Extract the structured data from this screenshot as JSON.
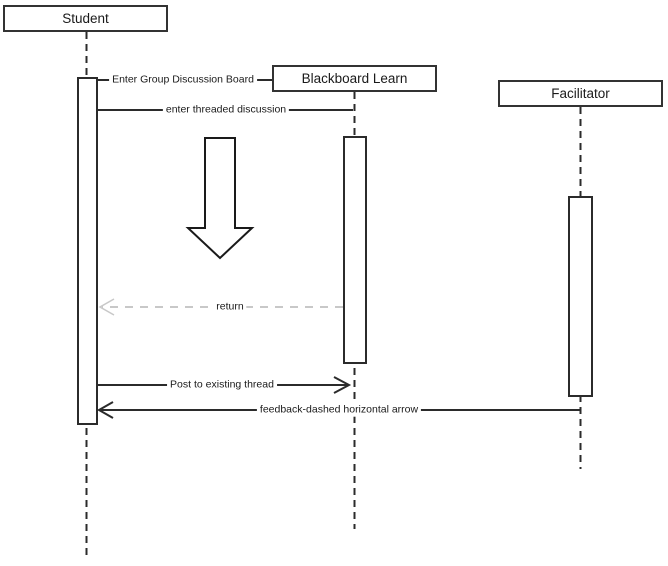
{
  "diagram": {
    "type": "uml-sequence-diagram",
    "actors": [
      {
        "name": "Student"
      },
      {
        "name": "Blackboard Learn"
      },
      {
        "name": "Facilitator"
      }
    ],
    "messages": [
      {
        "label": "Enter Group Discussion Board",
        "from": "Student",
        "to": "Blackboard Learn",
        "line_style": "solid",
        "arrowhead": "none"
      },
      {
        "label": "enter threaded discussion",
        "from": "Student",
        "to": "Blackboard Learn",
        "line_style": "solid",
        "arrowhead": "none"
      },
      {
        "label": "return",
        "from": "Blackboard Learn",
        "to": "Student",
        "line_style": "dashed",
        "arrowhead": "open-left"
      },
      {
        "label": "Post to existing thread",
        "from": "Student",
        "to": "Blackboard Learn",
        "line_style": "solid",
        "arrowhead": "open-right"
      },
      {
        "label": "feedback-dashed horizontal arrow",
        "from": "Facilitator",
        "to": "Student",
        "line_style": "solid",
        "arrowhead": "open-left"
      }
    ],
    "shapes": [
      {
        "name": "big-down-arrow",
        "description": "large hollow block arrow pointing down"
      }
    ],
    "colors": {
      "background": "#ffffff",
      "line": "#2b2b2b",
      "box_border": "#333333",
      "return_line": "#c8c8c8",
      "text": "#1a1a1a"
    }
  }
}
